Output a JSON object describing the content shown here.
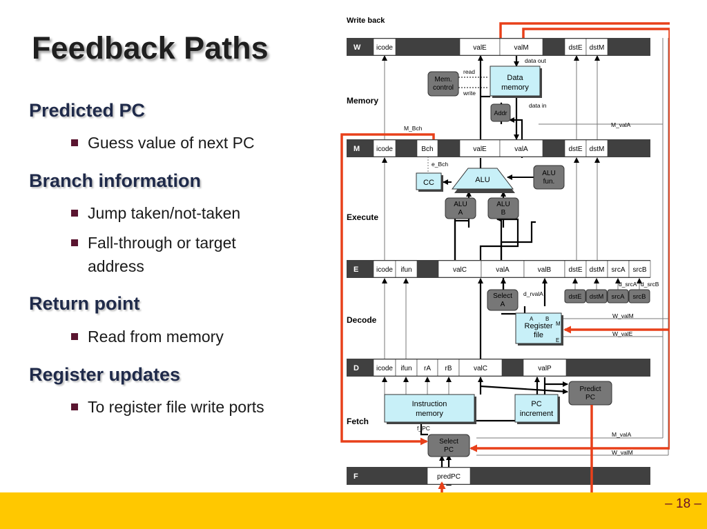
{
  "slide": {
    "title": "Feedback Paths",
    "sections": [
      {
        "heading": "Predicted PC",
        "bullets": [
          "Guess value of next PC"
        ]
      },
      {
        "heading": "Branch information",
        "bullets": [
          "Jump taken/not-taken",
          "Fall-through or target address"
        ]
      },
      {
        "heading": "Return point",
        "bullets": [
          "Read from memory"
        ]
      },
      {
        "heading": "Register updates",
        "bullets": [
          "To register file write ports"
        ]
      }
    ],
    "page_number": "– 18 –"
  },
  "diagram": {
    "stage_labels": {
      "write_back": "Write back",
      "memory": "Memory",
      "execute": "Execute",
      "decode": "Decode",
      "fetch": "Fetch"
    },
    "registers": {
      "W": {
        "name": "W",
        "fields": [
          "icode",
          "valE",
          "valM",
          "dstE",
          "dstM"
        ]
      },
      "M": {
        "name": "M",
        "fields": [
          "icode",
          "Bch",
          "valE",
          "valA",
          "dstE",
          "dstM"
        ]
      },
      "E": {
        "name": "E",
        "fields": [
          "icode",
          "ifun",
          "valC",
          "valA",
          "valB",
          "dstE",
          "dstM",
          "srcA",
          "srcB"
        ]
      },
      "D": {
        "name": "D",
        "fields": [
          "icode",
          "ifun",
          "rA",
          "rB",
          "valC",
          "valP"
        ]
      },
      "F": {
        "name": "F",
        "fields": [
          "predPC"
        ]
      }
    },
    "units": {
      "mem_control": [
        "Mem.",
        "control"
      ],
      "data_memory": [
        "Data",
        "memory"
      ],
      "addr": "Addr",
      "cc": "CC",
      "alu": "ALU",
      "alu_fun": [
        "ALU",
        "fun."
      ],
      "alu_a": [
        "ALU",
        "A"
      ],
      "alu_b": [
        "ALU",
        "B"
      ],
      "select_a": [
        "Select",
        "A"
      ],
      "decode_tags": [
        "dstE",
        "dstM",
        "srcA",
        "srcB"
      ],
      "register_file": [
        "Register",
        "file"
      ],
      "regfile_ports": {
        "a": "A",
        "b": "B",
        "m": "M",
        "e": "E"
      },
      "predict_pc": [
        "Predict",
        "PC"
      ],
      "instruction_memory": [
        "Instruction",
        "memory"
      ],
      "pc_increment": [
        "PC",
        "increment"
      ],
      "select_pc": [
        "Select",
        "PC"
      ]
    },
    "signals": {
      "data_out": "data out",
      "read": "read",
      "write": "write",
      "data_in": "data in",
      "m_bch": "M_Bch",
      "m_vala": "M_valA",
      "e_bch": "e_Bch",
      "d_srca": "d_srcA",
      "d_srcb": "d_srcB",
      "d_rvala": "d_rvalA",
      "w_valm": "W_valM",
      "w_vale": "W_valE",
      "f_pc": "f_PC",
      "m_vala_fetch": "M_valA",
      "w_valm_fetch": "W_valM"
    },
    "colors": {
      "feedback": "#e8401a",
      "pipe_reg": "#404040",
      "unit_light": "#c8f0f8",
      "unit_dark": "#777777",
      "footer": "#ffc800"
    }
  }
}
